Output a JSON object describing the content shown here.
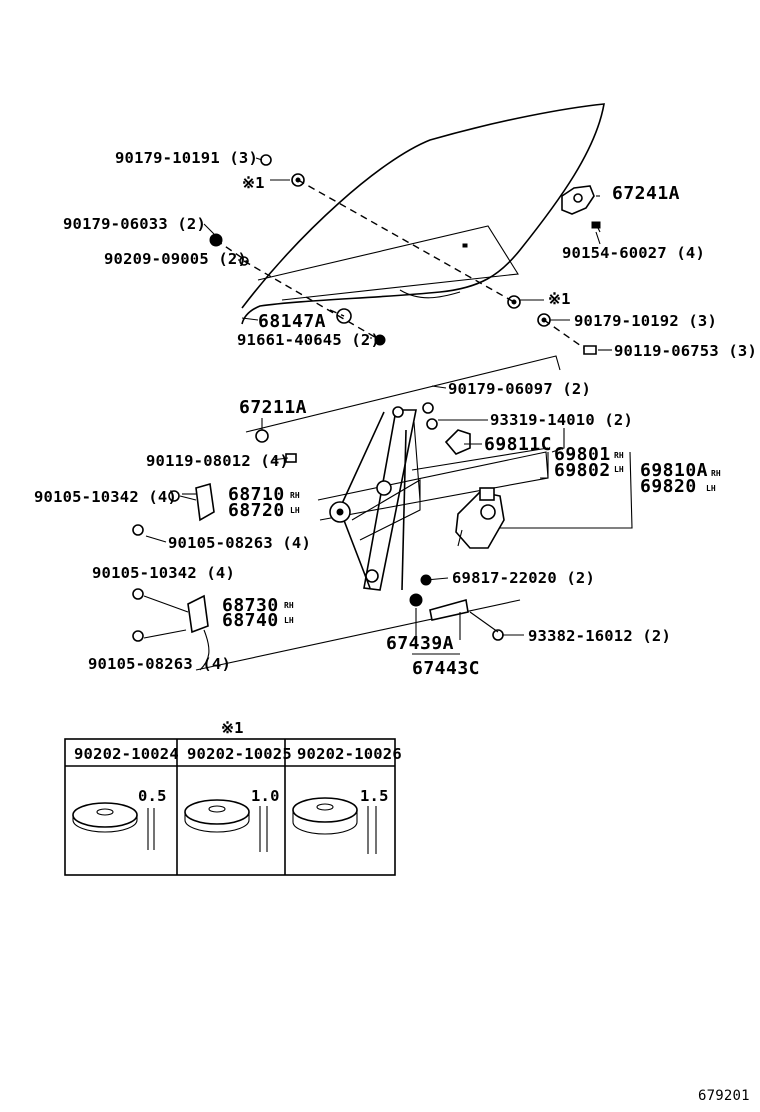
{
  "labels": {
    "p90179_10191": "90179-10191 (3)",
    "note_mark_top": "※1",
    "p67241A": "67241A",
    "p90179_06033": "90179-06033 (2)",
    "p90154_60027": "90154-60027 (4)",
    "p90209_09005": "90209-09005 (2)",
    "note_mark_mid": "※1",
    "p68147A": "68147A",
    "p90179_10192": "90179-10192 (3)",
    "p91661_40645": "91661-40645 (2)",
    "p90119_06753": "90119-06753 (3)",
    "p90179_06097": "90179-06097 (2)",
    "p67211A": "67211A",
    "p93319_14010": "93319-14010 (2)",
    "p69811C": "69811C",
    "p90119_08012": "90119-08012 (4)",
    "p69801": "69801",
    "p69801_sfx": "RH",
    "p69802": "69802",
    "p69802_sfx": "LH",
    "p69810A": "69810A",
    "p69810A_sfx": "RH",
    "p69820": "69820",
    "p69820_sfx": "LH",
    "p90105_10342_a": "90105-10342 (4)",
    "p68710": "68710",
    "p68710_sfx": "RH",
    "p68720": "68720",
    "p68720_sfx": "LH",
    "p90105_08263_a": "90105-08263 (4)",
    "p90105_10342_b": "90105-10342 (4)",
    "p69817_22020": "69817-22020 (2)",
    "p68730": "68730",
    "p68730_sfx": "RH",
    "p68740": "68740",
    "p68740_sfx": "LH",
    "p93382_16012": "93382-16012 (2)",
    "p67439A": "67439A",
    "p67443C": "67443C",
    "p90105_08263_b": "90105-08263 (4)"
  },
  "shim_table": {
    "note_mark": "※1",
    "columns": [
      {
        "part": "90202-10024",
        "thickness": "0.5"
      },
      {
        "part": "90202-10025",
        "thickness": "1.0"
      },
      {
        "part": "90202-10026",
        "thickness": "1.5"
      }
    ]
  },
  "figure_number": "679201"
}
